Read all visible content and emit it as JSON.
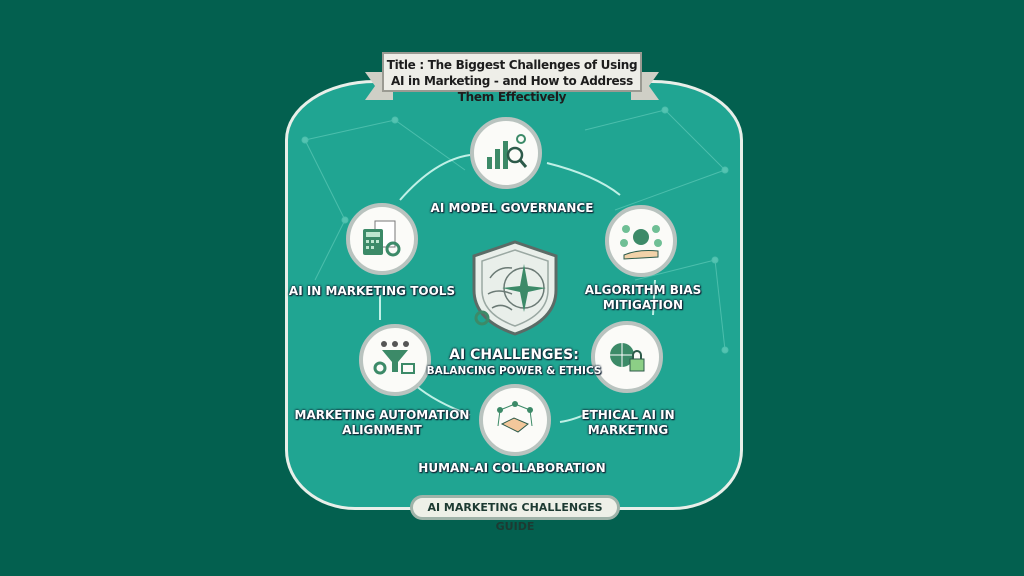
{
  "title": "Title : The Biggest Challenges of Using AI in Marketing - and How to Address Them Effectively",
  "center": {
    "line1": "AI CHALLENGES:",
    "line2": "BALANCING POWER & ETHICS",
    "icon": "shield-brain-compass-icon"
  },
  "nodes": [
    {
      "label": "AI MODEL GOVERNANCE",
      "icon": "chart-magnifier-icon"
    },
    {
      "label": "ALGORITHM BIAS MITIGATION",
      "line1": "ALGORITHM BIAS",
      "line2": "MITIGATION",
      "icon": "hand-brain-icon"
    },
    {
      "label": "ETHICAL AI IN MARKETING",
      "line1": "ETHICAL AI IN",
      "line2": "MARKETING",
      "icon": "globe-lock-icon"
    },
    {
      "label": "HUMAN-AI COLLABORATION",
      "icon": "handshake-network-icon"
    },
    {
      "label": "MARKETING AUTOMATION ALIGNMENT",
      "line1": "MARKETING AUTOMATION",
      "line2": "ALIGNMENT",
      "icon": "funnel-gears-icon"
    },
    {
      "label": "AI IN MARKETING TOOLS",
      "icon": "calculator-document-icon"
    }
  ],
  "footer": "AI MARKETING CHALLENGES GUIDE",
  "colors": {
    "background": "#03604f",
    "panel": "#20a592",
    "icon_green": "#3c8a68"
  }
}
